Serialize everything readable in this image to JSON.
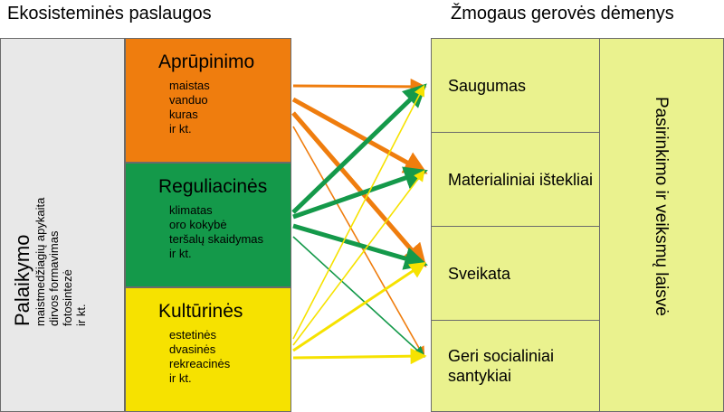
{
  "headers": {
    "left": "Ekosisteminės paslaugos",
    "right": "Žmogaus gerovės dėmenys"
  },
  "support": {
    "title": "Palaikymo",
    "items": [
      "maistmedžiagių apykaita",
      "dirvos formavimas",
      "fotosintezė",
      "ir kt."
    ]
  },
  "services": [
    {
      "title": "Aprūpinimo",
      "items": [
        "maistas",
        "vanduo",
        "kuras",
        "ir kt."
      ]
    },
    {
      "title": "Reguliacinės",
      "items": [
        "klimatas",
        "oro kokybė",
        "teršalų skaidymas",
        "ir kt."
      ]
    },
    {
      "title": "Kultūrinės",
      "items": [
        "estetinės",
        "dvasinės",
        "rekreacinės",
        "ir kt."
      ]
    }
  ],
  "wellbeing": {
    "items": [
      "Saugumas",
      "Materialiniai ištekliai",
      "Sveikata",
      "Geri socialiniai santykiai"
    ],
    "freedom": "Pasirinkimo ir veiksmų laisvė"
  },
  "colors": {
    "orange": "#ef7d0e",
    "green": "#14994a",
    "yellow": "#f6e200",
    "support_bg": "#e8e8e8",
    "wellbeing_bg": "#eaf28e"
  },
  "links": [
    {
      "from": "provisioning",
      "to": "security",
      "strength": "medium"
    },
    {
      "from": "provisioning",
      "to": "material",
      "strength": "strong"
    },
    {
      "from": "provisioning",
      "to": "health",
      "strength": "strong"
    },
    {
      "from": "provisioning",
      "to": "social",
      "strength": "weak"
    },
    {
      "from": "regulating",
      "to": "security",
      "strength": "strong"
    },
    {
      "from": "regulating",
      "to": "material",
      "strength": "strong"
    },
    {
      "from": "regulating",
      "to": "health",
      "strength": "strong"
    },
    {
      "from": "regulating",
      "to": "social",
      "strength": "weak"
    },
    {
      "from": "cultural",
      "to": "security",
      "strength": "weak"
    },
    {
      "from": "cultural",
      "to": "material",
      "strength": "weak"
    },
    {
      "from": "cultural",
      "to": "health",
      "strength": "medium"
    },
    {
      "from": "cultural",
      "to": "social",
      "strength": "medium"
    }
  ]
}
